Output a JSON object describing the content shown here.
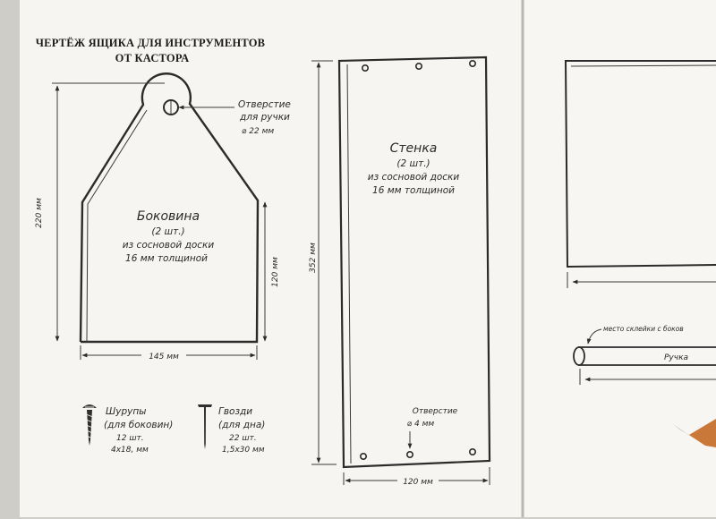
{
  "title": {
    "line1": "ЧЕРТЁЖ ЯЩИКА ДЛЯ ИНСТРУМЕНТОВ",
    "line2": "ОТ КАСТОРА"
  },
  "side_panel": {
    "name": "Боковина",
    "qty": "(2 шт.)",
    "material": "из сосновой доски",
    "thickness": "16 мм толщиной",
    "dim_height": "220 мм",
    "dim_lower_height": "120 мм",
    "dim_width": "145 мм"
  },
  "handle_hole": {
    "line1": "Отверстие",
    "line2": "для ручки",
    "diameter": "⌀ 22 мм"
  },
  "wall_panel": {
    "name": "Стенка",
    "qty": "(2 шт.)",
    "material": "из сосновой доски",
    "thickness": "16 мм толщиной",
    "dim_height": "352 мм",
    "dim_width": "120 мм"
  },
  "small_hole": {
    "line1": "Отверстие",
    "diameter": "⌀ 4 мм"
  },
  "screws": {
    "name": "Шурупы",
    "purpose": "(для боковин)",
    "qty": "12 шт.",
    "size": "4х18, мм"
  },
  "nails": {
    "name": "Гвозди",
    "purpose": "(для дна)",
    "qty": "22 шт.",
    "size": "1,5х30 мм"
  },
  "right_page": {
    "glue_note": "место склейки с боков",
    "handle_label": "Ручка"
  },
  "icons": [
    "screw-icon",
    "nail-icon",
    "pencil-icon"
  ],
  "colors": {
    "page": "#f6f5f1",
    "background": "#cfcdc8",
    "ink": "#2b2b2b"
  }
}
